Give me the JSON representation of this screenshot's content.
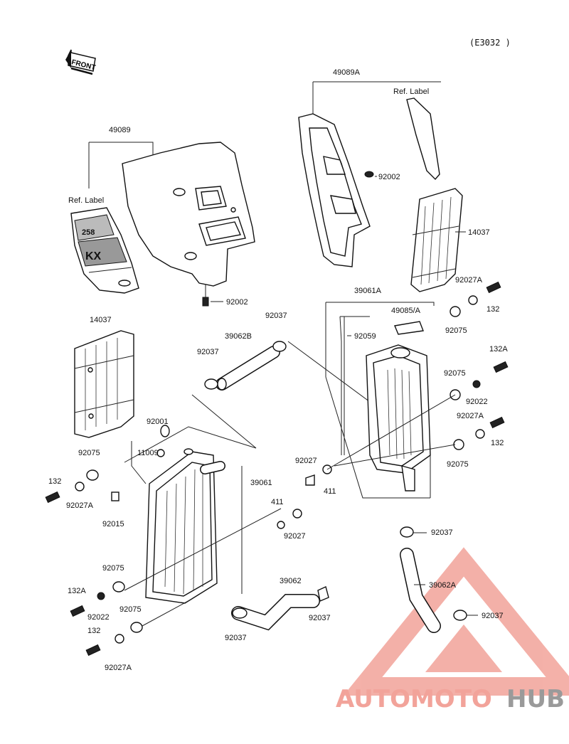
{
  "diagram_code": "(E3032 )",
  "front_marker": "FRONT",
  "label_text": [
    "258",
    "KX"
  ],
  "watermark": {
    "text_part1": "AUTOMOTO",
    "text_part2": "HUB",
    "color_primary": "#f2a39a",
    "color_secondary": "#9a9a9a"
  },
  "parts": [
    {
      "id": "p49089",
      "text": "49089"
    },
    {
      "id": "p49089A",
      "text": "49089A"
    },
    {
      "id": "pRefLabelLeft",
      "text": "Ref. Label"
    },
    {
      "id": "pRefLabelRight",
      "text": "Ref. Label"
    },
    {
      "id": "p92002a",
      "text": "92002"
    },
    {
      "id": "p92002b",
      "text": "92002"
    },
    {
      "id": "p14037a",
      "text": "14037"
    },
    {
      "id": "p14037b",
      "text": "14037"
    },
    {
      "id": "p92027A1",
      "text": "92027A"
    },
    {
      "id": "p132a",
      "text": "132"
    },
    {
      "id": "p39061A",
      "text": "39061A"
    },
    {
      "id": "p49085A",
      "text": "49085/A"
    },
    {
      "id": "p92075a",
      "text": "92075"
    },
    {
      "id": "p92059",
      "text": "92059"
    },
    {
      "id": "p132A1",
      "text": "132A"
    },
    {
      "id": "p92075b",
      "text": "92075"
    },
    {
      "id": "p92022a",
      "text": "92022"
    },
    {
      "id": "p92027A2",
      "text": "92027A"
    },
    {
      "id": "p132b",
      "text": "132"
    },
    {
      "id": "p92075c",
      "text": "92075"
    },
    {
      "id": "p92037a",
      "text": "92037"
    },
    {
      "id": "p39062B",
      "text": "39062B"
    },
    {
      "id": "p92037b",
      "text": "92037"
    },
    {
      "id": "p92001",
      "text": "92001"
    },
    {
      "id": "p11009",
      "text": "11009"
    },
    {
      "id": "p92075d",
      "text": "92075"
    },
    {
      "id": "p132c",
      "text": "132"
    },
    {
      "id": "p92027A3",
      "text": "92027A"
    },
    {
      "id": "p92015",
      "text": "92015"
    },
    {
      "id": "p39061",
      "text": "39061"
    },
    {
      "id": "p92027a",
      "text": "92027"
    },
    {
      "id": "p411a",
      "text": "411"
    },
    {
      "id": "p411b",
      "text": "411"
    },
    {
      "id": "p92027b",
      "text": "92027"
    },
    {
      "id": "p92037c",
      "text": "92037"
    },
    {
      "id": "p92075e",
      "text": "92075"
    },
    {
      "id": "p132A2",
      "text": "132A"
    },
    {
      "id": "p92022b",
      "text": "92022"
    },
    {
      "id": "p92075f",
      "text": "92075"
    },
    {
      "id": "p132d",
      "text": "132"
    },
    {
      "id": "p92027A4",
      "text": "92027A"
    },
    {
      "id": "p39062",
      "text": "39062"
    },
    {
      "id": "p92037d",
      "text": "92037"
    },
    {
      "id": "p92037e",
      "text": "92037"
    },
    {
      "id": "p39062A",
      "text": "39062A"
    },
    {
      "id": "p92037f",
      "text": "92037"
    }
  ]
}
